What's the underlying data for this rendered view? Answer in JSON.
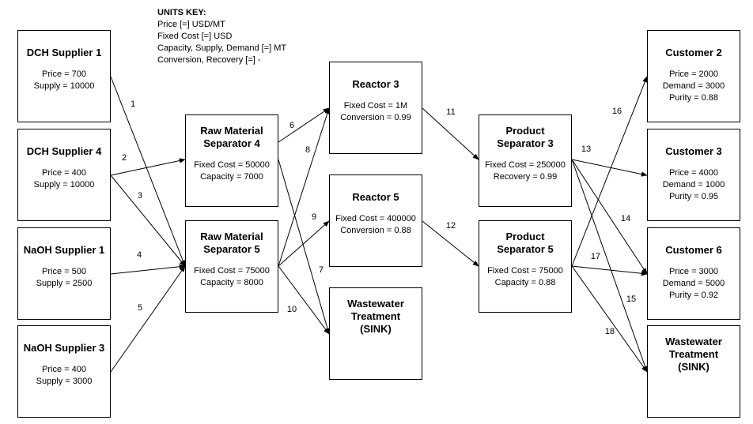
{
  "units_key": {
    "title": "UNITS KEY:",
    "lines": [
      "Price [=] USD/MT",
      "Fixed Cost [=] USD",
      "Capacity, Supply, Demand [=] MT",
      "Conversion, Recovery [=] -"
    ]
  },
  "nodes": {
    "dch1": {
      "title": [
        "DCH Supplier 1"
      ],
      "props": [
        "Price = 700",
        "Supply = 10000"
      ]
    },
    "dch4": {
      "title": [
        "DCH Supplier 4"
      ],
      "props": [
        "Price = 400",
        "Supply = 10000"
      ]
    },
    "naoh1": {
      "title": [
        "NaOH Supplier 1"
      ],
      "props": [
        "Price = 500",
        "Supply = 2500"
      ]
    },
    "naoh3": {
      "title": [
        "NaOH Supplier 3"
      ],
      "props": [
        "Price = 400",
        "Supply = 3000"
      ]
    },
    "rms4": {
      "title": [
        "Raw Material",
        "Separator 4"
      ],
      "props": [
        "Fixed Cost = 50000",
        "Capacity = 7000"
      ]
    },
    "rms5": {
      "title": [
        "Raw Material",
        "Separator 5"
      ],
      "props": [
        "Fixed Cost = 75000",
        "Capacity = 8000"
      ]
    },
    "r3": {
      "title": [
        "Reactor 3"
      ],
      "props": [
        "Fixed Cost = 1M",
        "Conversion = 0.99"
      ]
    },
    "r5": {
      "title": [
        "Reactor 5"
      ],
      "props": [
        "Fixed Cost = 400000",
        "Conversion = 0.88"
      ]
    },
    "wwt1": {
      "title": [
        "Wastewater",
        "Treatment",
        "(SINK)"
      ],
      "props": []
    },
    "ps3": {
      "title": [
        "Product",
        "Separator 3"
      ],
      "props": [
        "Fixed Cost = 250000",
        "Recovery = 0.99"
      ]
    },
    "ps5": {
      "title": [
        "Product",
        "Separator 5"
      ],
      "props": [
        "Fixed Cost = 75000",
        "Capacity = 0.88"
      ]
    },
    "c2": {
      "title": [
        "Customer 2"
      ],
      "props": [
        "Price = 2000",
        "Demand = 3000",
        "Purity = 0.88"
      ]
    },
    "c3": {
      "title": [
        "Customer 3"
      ],
      "props": [
        "Price = 4000",
        "Demand = 1000",
        "Purity = 0.95"
      ]
    },
    "c6": {
      "title": [
        "Customer 6"
      ],
      "props": [
        "Price = 3000",
        "Demand = 5000",
        "Purity = 0.92"
      ]
    },
    "wwt2": {
      "title": [
        "Wastewater",
        "Treatment",
        "(SINK)"
      ],
      "props": []
    }
  },
  "edges": [
    {
      "label": "1",
      "from": "dch1",
      "to": "rms5"
    },
    {
      "label": "2",
      "from": "dch4",
      "to": "rms4"
    },
    {
      "label": "3",
      "from": "dch4",
      "to": "rms5"
    },
    {
      "label": "4",
      "from": "naoh1",
      "to": "rms5"
    },
    {
      "label": "5",
      "from": "naoh3",
      "to": "rms5"
    },
    {
      "label": "6",
      "from": "rms4",
      "to": "r3"
    },
    {
      "label": "7",
      "from": "rms4",
      "to": "wwt1"
    },
    {
      "label": "8",
      "from": "rms5",
      "to": "r3"
    },
    {
      "label": "9",
      "from": "rms5",
      "to": "r5"
    },
    {
      "label": "10",
      "from": "rms5",
      "to": "wwt1"
    },
    {
      "label": "11",
      "from": "r3",
      "to": "ps3"
    },
    {
      "label": "12",
      "from": "r5",
      "to": "ps5"
    },
    {
      "label": "13",
      "from": "ps3",
      "to": "c3"
    },
    {
      "label": "14",
      "from": "ps3",
      "to": "c6"
    },
    {
      "label": "15",
      "from": "ps3",
      "to": "wwt2"
    },
    {
      "label": "16",
      "from": "ps5",
      "to": "c2"
    },
    {
      "label": "17",
      "from": "ps5",
      "to": "c6"
    },
    {
      "label": "18",
      "from": "ps5",
      "to": "wwt2"
    }
  ]
}
